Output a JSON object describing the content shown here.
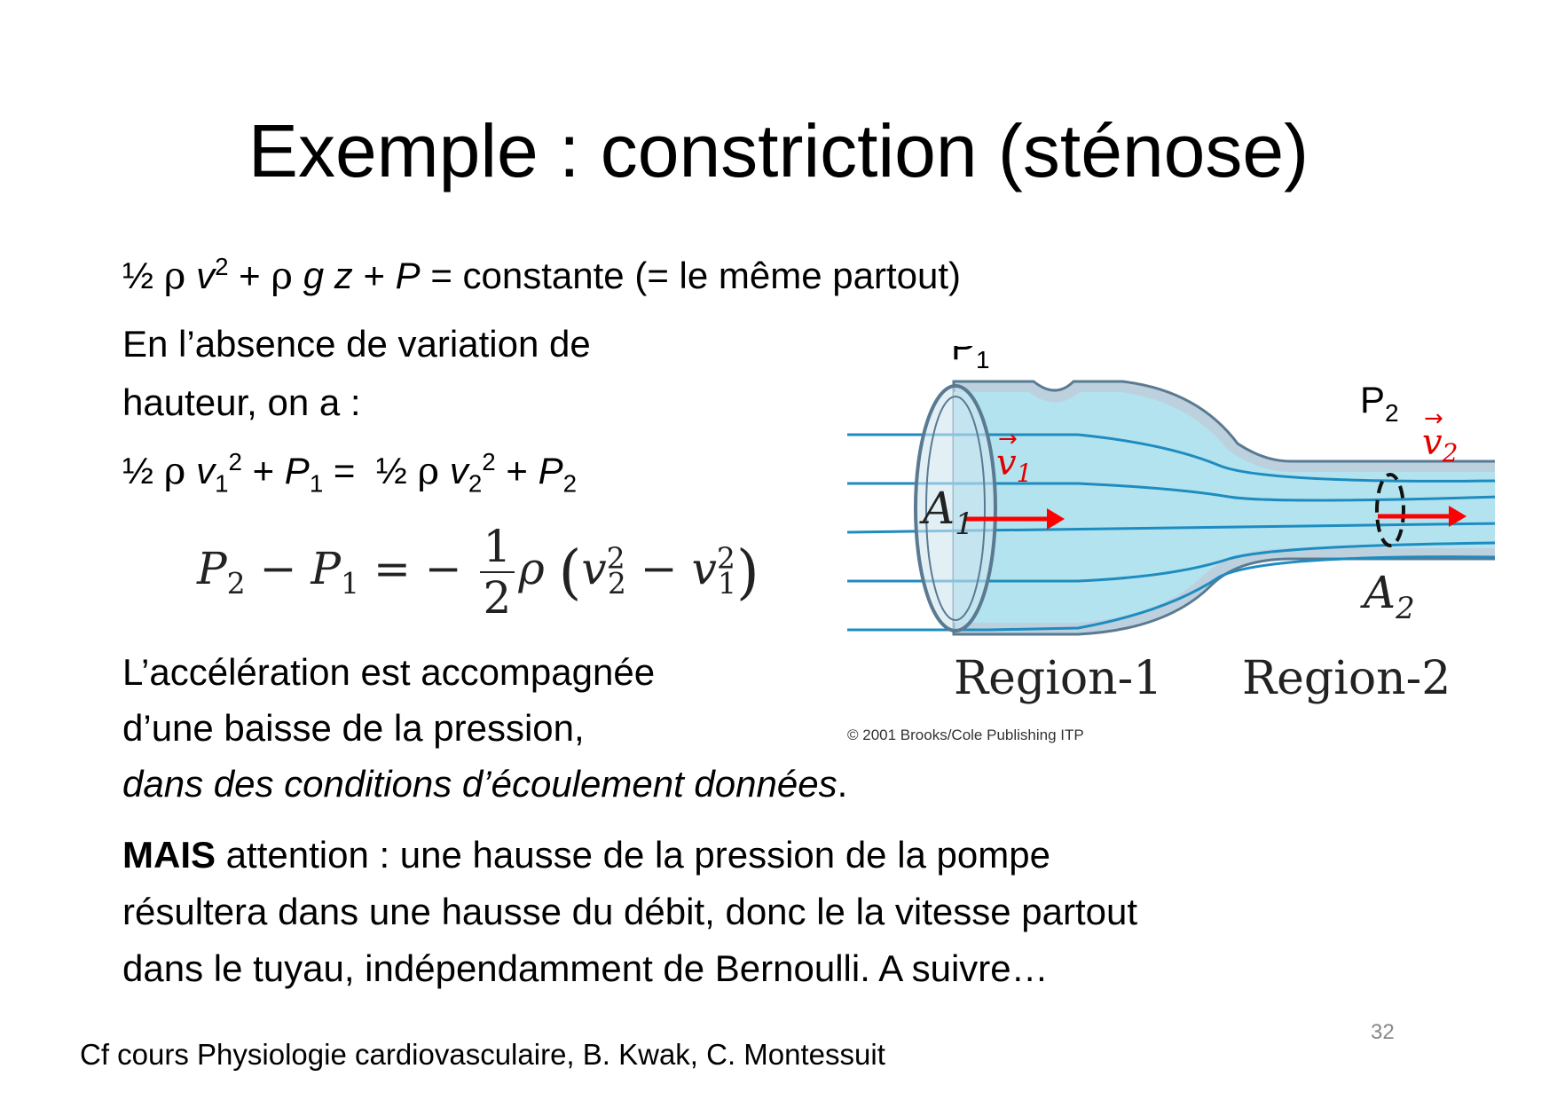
{
  "title": "Exemple : constriction (sténose)",
  "line1": {
    "half": "½",
    "rho": "ρ",
    "v": "v",
    "exp2": "2",
    "plus": "+",
    "g": "g",
    "z": "z",
    "P": "P",
    "rest": "= constante (= le même partout)"
  },
  "line2": "En l’absence de variation de",
  "line3": "hauteur, on a :",
  "line4": {
    "half": "½",
    "rho": "ρ",
    "v": "v",
    "sub1": "1",
    "sub2": "2",
    "sup2": "2",
    "plus": "+",
    "P": "P",
    "eq": "="
  },
  "equation": {
    "P": "P",
    "sub1": "1",
    "sub2": "2",
    "minus": "−",
    "equals": "= −",
    "num": "1",
    "den": "2",
    "rho": "ρ",
    "lparen": "(",
    "rparen": ")",
    "v": "v",
    "sup2": "2"
  },
  "para1_line1": "L’accélération est accompagnée",
  "para1_line2": "d’une baisse de la pression,",
  "para1_line3": "dans des conditions d’écoulement données",
  "para1_period": ".",
  "para2": {
    "mais": "MAIS",
    "line1_rest": " attention : une hausse de la pression de la pompe",
    "line2": "résultera dans une hausse du débit, donc le la vitesse partout",
    "line3": "dans le tuyau, indépendamment de Bernoulli. A suivre…"
  },
  "figure": {
    "p1": "P",
    "p1_sub": "1",
    "p2": "P",
    "p2_sub": "2",
    "v1": "v",
    "v1_sub": "1",
    "v2": "v",
    "v2_sub": "2",
    "arrow_mark": "→",
    "a1": "A",
    "a1_sub": "1",
    "a2": "A",
    "a2_sub": "2",
    "region1": "Region-1",
    "region2": "Region-2",
    "copyright": "© 2001 Brooks/Cole Publishing ITP",
    "colors": {
      "fluid": "#b3e3ee",
      "wall": "#bcd0de",
      "wall_stroke": "#5a7a92",
      "streamline": "#1e8cc0",
      "arrow": "#ff0000"
    }
  },
  "footer": "Cf cours Physiologie cardiovasculaire,  B. Kwak, C. Montessuit",
  "page_number": "32"
}
